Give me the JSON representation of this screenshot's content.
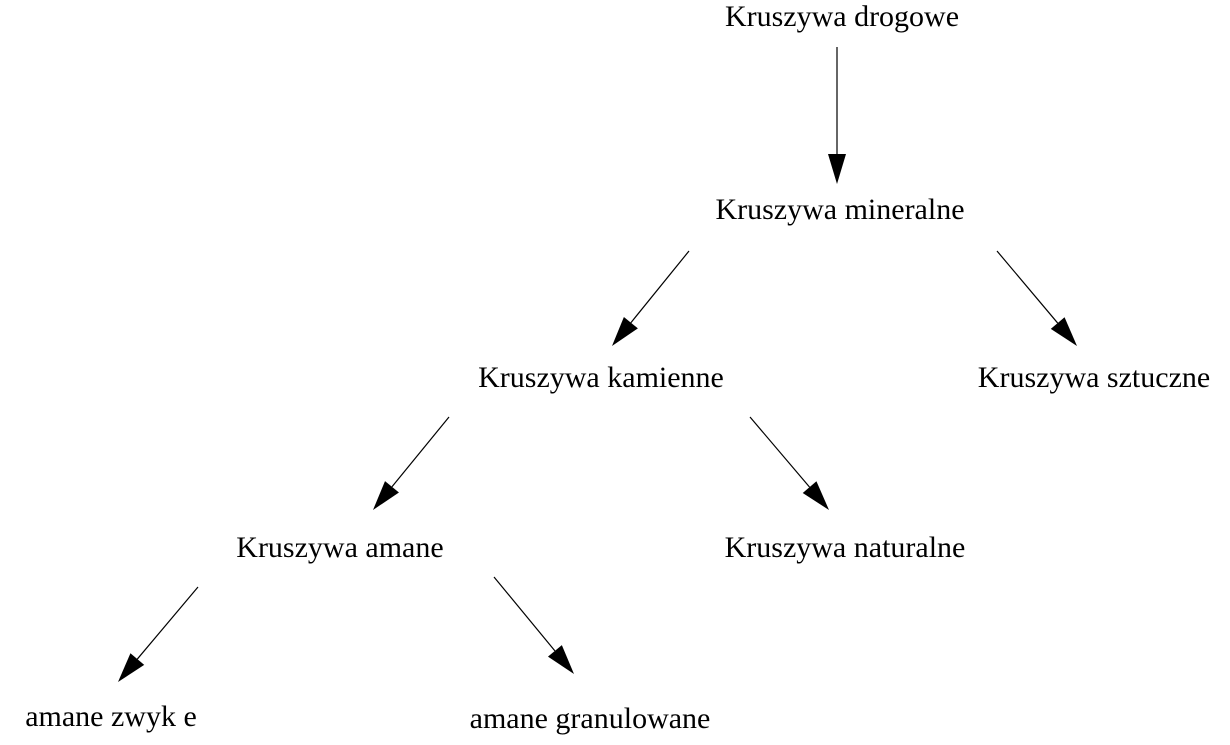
{
  "diagram": {
    "nodes": [
      {
        "id": "drogowe",
        "label": "Kruszywa drogowe"
      },
      {
        "id": "mineralne",
        "label": "Kruszywa mineralne"
      },
      {
        "id": "kamienne",
        "label": "Kruszywa kamienne"
      },
      {
        "id": "sztuczne",
        "label": "Kruszywa sztuczne"
      },
      {
        "id": "lamane",
        "label": "Kruszywa  amane"
      },
      {
        "id": "naturalne",
        "label": "Kruszywa naturalne"
      },
      {
        "id": "lamane_zwykle",
        "label": "amane zwyk e"
      },
      {
        "id": "lamane_granulowane",
        "label": "amane granulowane"
      }
    ],
    "edges": [
      {
        "from": "drogowe",
        "to": "mineralne"
      },
      {
        "from": "mineralne",
        "to": "kamienne"
      },
      {
        "from": "mineralne",
        "to": "sztuczne"
      },
      {
        "from": "kamienne",
        "to": "lamane"
      },
      {
        "from": "kamienne",
        "to": "naturalne"
      },
      {
        "from": "lamane",
        "to": "lamane_zwykle"
      },
      {
        "from": "lamane",
        "to": "lamane_granulowane"
      }
    ]
  }
}
